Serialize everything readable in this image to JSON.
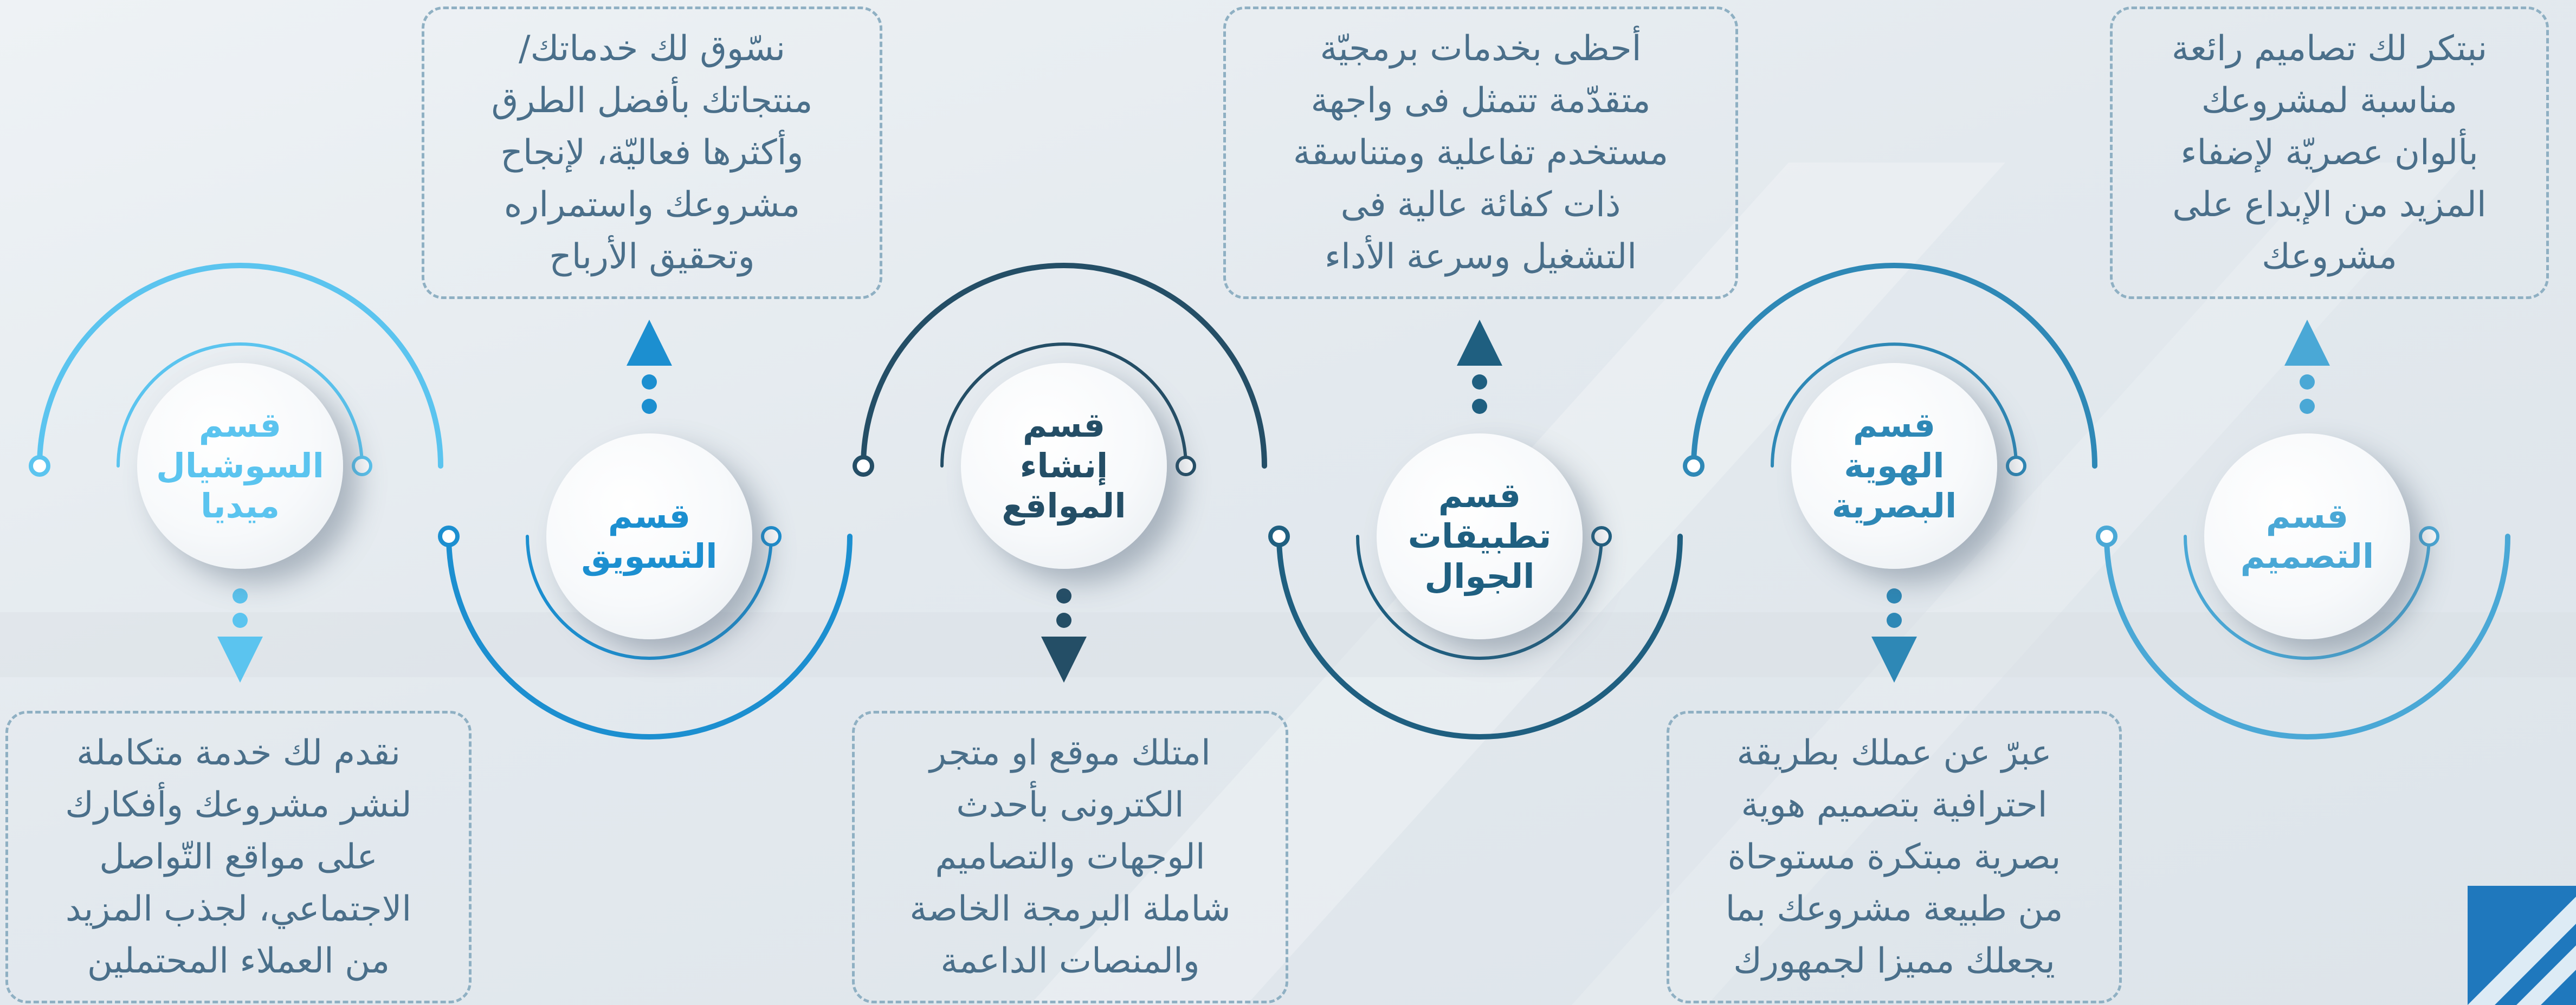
{
  "colors": {
    "design": "#4aa8d6",
    "identity": "#2e88b6",
    "mobile": "#1f5f80",
    "web": "#244e66",
    "marketing": "#1c8fd0",
    "social": "#5bc4ef",
    "box_text": "#4a6f8a",
    "box_border": "#8fb0c3"
  },
  "sections": [
    {
      "key": "design",
      "title": "قسم\nالتصميم",
      "description": "نبتكر لك تصاميم رائعة\nمناسبة لمشروعك\nبألوان عصريّة لإضفاء\nالمزيد من الإبداع على\nمشروعك",
      "arrow_direction": "up",
      "color": "#4aa8d6"
    },
    {
      "key": "identity",
      "title": "قسم\nالهوية\nالبصرية",
      "description": "عبرّ عن عملك بطريقة\nاحترافية بتصميم هوية\nبصرية مبتكرة مستوحاة\nمن طبيعة مشروعك بما\nيجعلك مميزا لجمهورك",
      "arrow_direction": "down",
      "color": "#2e88b6"
    },
    {
      "key": "mobile",
      "title": "قسم\nتطبيقات\nالجوال",
      "description": "أحظى بخدمات برمجيّة\nمتقدّمة تتمثل فى واجهة\nمستخدم تفاعلية ومتناسقة\nذات كفائة عالية فى\nالتشغيل وسرعة الأداء",
      "arrow_direction": "up",
      "color": "#1f5f80"
    },
    {
      "key": "web",
      "title": "قسم\nإنشاء\nالمواقع",
      "description": "امتلك موقع او متجر\nالكترونى بأحدث\nالوجهات والتصاميم\nشاملة البرمجة الخاصة\nوالمنصات الداعمة",
      "arrow_direction": "down",
      "color": "#244e66"
    },
    {
      "key": "marketing",
      "title": "قسم\nالتسويق",
      "description": "نسّوق لك خدماتك/\nمنتجاتك بأفضل الطرق\nوأكثرها فعاليّة، لإنجاح\nمشروعك واستمراره\nوتحقيق الأرباح",
      "arrow_direction": "up",
      "color": "#1c8fd0"
    },
    {
      "key": "social",
      "title": "قسم\nالسوشيال\nميديا",
      "description": "نقدم لك خدمة متكاملة\nلنشر مشروعك وأفكارك\nعلى مواقع التّواصل\nالاجتماعي، لجذب المزيد\nمن العملاء المحتملين",
      "arrow_direction": "down",
      "color": "#5bc4ef"
    }
  ]
}
